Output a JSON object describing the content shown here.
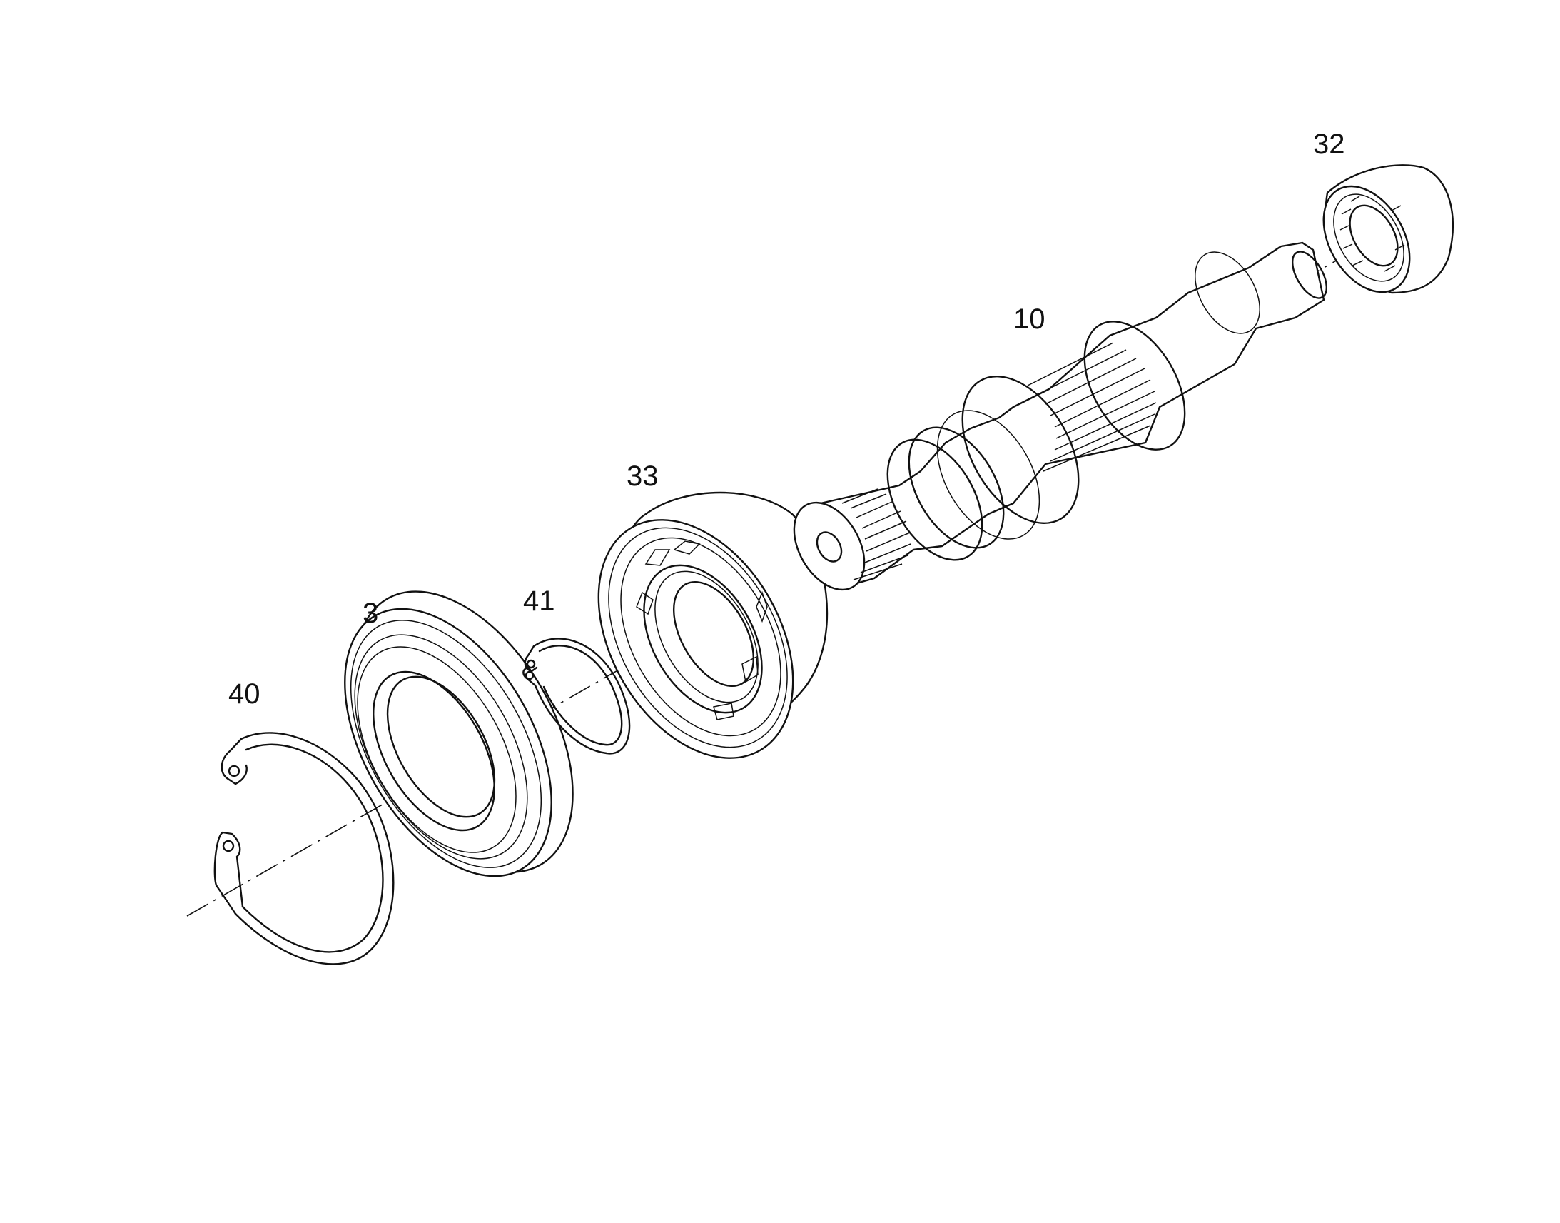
{
  "diagram": {
    "type": "exploded-parts-view",
    "labels": {
      "part_40": "40",
      "part_3": "3",
      "part_41": "41",
      "part_33": "33",
      "part_10": "10",
      "part_32": "32"
    }
  }
}
